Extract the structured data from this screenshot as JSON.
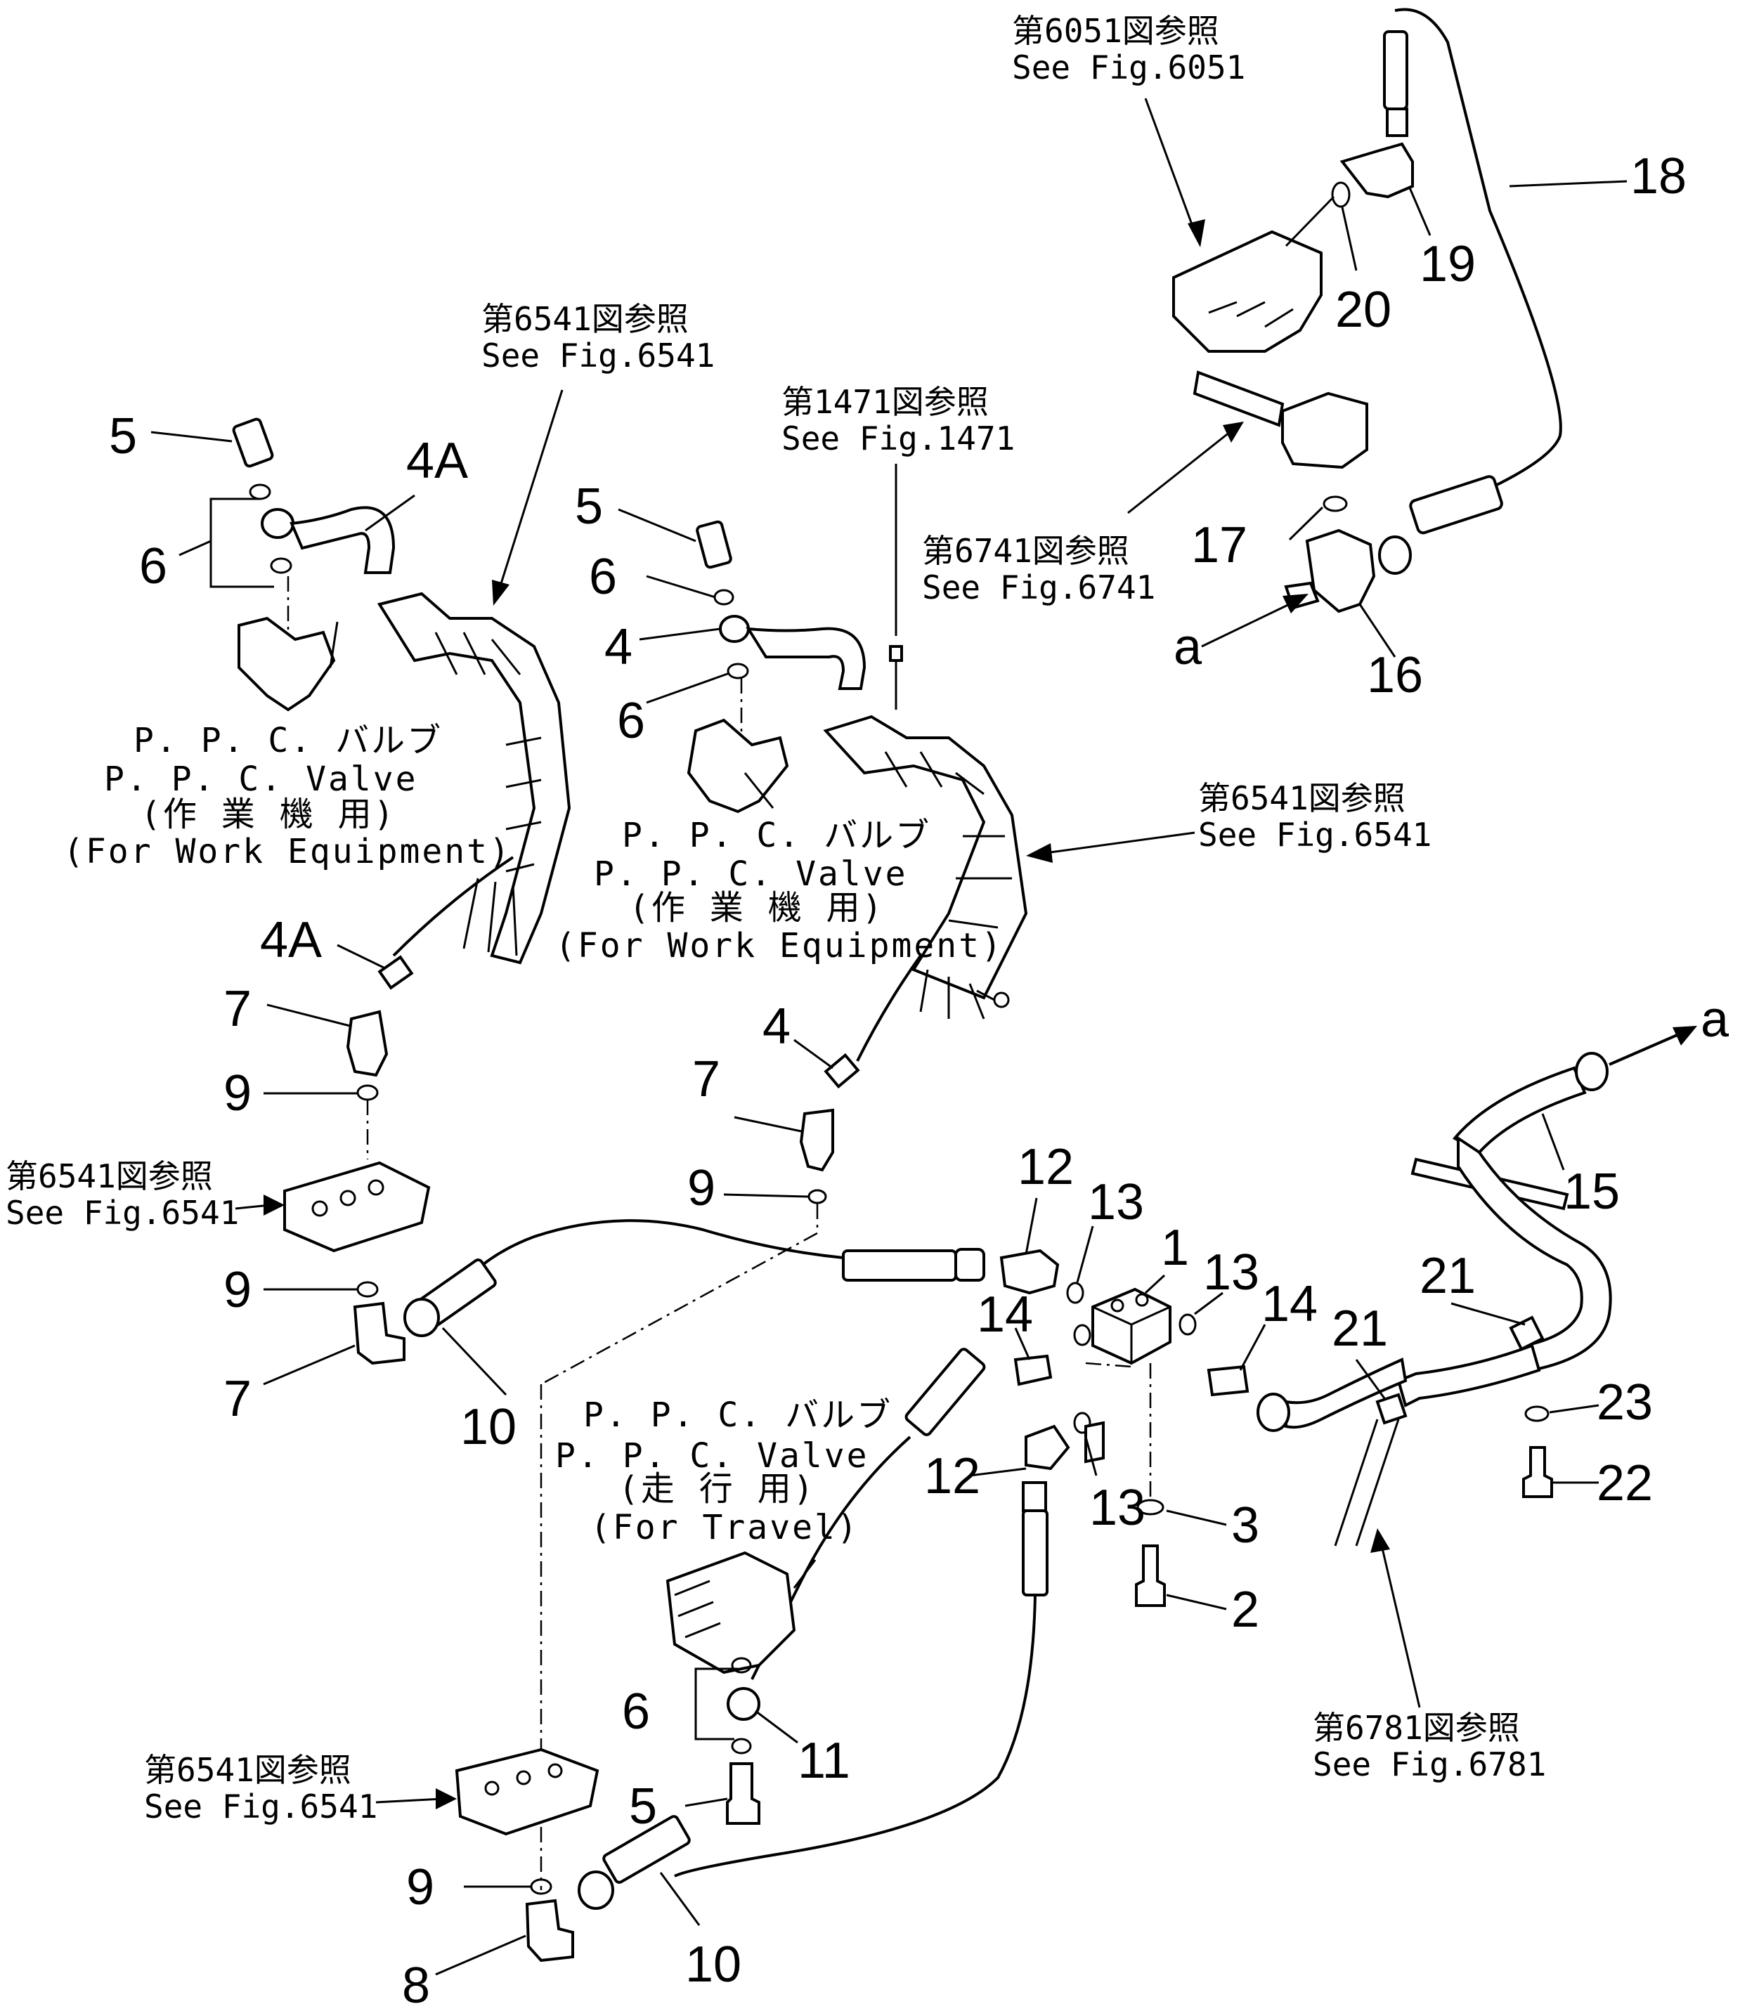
{
  "labels": {
    "n1": "1",
    "n2": "2",
    "n3": "3",
    "n4a": "4",
    "n4b": "4",
    "n4A_a": "4A",
    "n4A_b": "4A",
    "n5a": "5",
    "n5b": "5",
    "n5c": "5",
    "n6a": "6",
    "n6b": "6",
    "n6c": "6",
    "n6d": "6",
    "n7a": "7",
    "n7b": "7",
    "n7c": "7",
    "n8": "8",
    "n9a": "9",
    "n9b": "9",
    "n9c": "9",
    "n9d": "9",
    "n10a": "10",
    "n10b": "10",
    "n11": "11",
    "n12a": "12",
    "n12b": "12",
    "n13a": "13",
    "n13b": "13",
    "n13c": "13",
    "n14a": "14",
    "n14b": "14",
    "n15": "15",
    "n16": "16",
    "n17": "17",
    "n18": "18",
    "n19": "19",
    "n20": "20",
    "n21a": "21",
    "n21b": "21",
    "n22": "22",
    "n23": "23",
    "a_top": "a",
    "a_right": "a"
  },
  "refs": {
    "r6051_jp": "第6051図参照",
    "r6051_en": "See Fig.6051",
    "r6541a_jp": "第6541図参照",
    "r6541a_en": "See Fig.6541",
    "r1471_jp": "第1471図参照",
    "r1471_en": "See Fig.1471",
    "r6741_jp": "第6741図参照",
    "r6741_en": "See Fig.6741",
    "r6541b_jp": "第6541図参照",
    "r6541b_en": "See Fig.6541",
    "r6541c_jp": "第6541図参照",
    "r6541c_en": "See Fig.6541",
    "r6541d_jp": "第6541図参照",
    "r6541d_en": "See Fig.6541",
    "r6781_jp": "第6781図参照",
    "r6781_en": "See Fig.6781"
  },
  "captions": {
    "ppc1": [
      "P. P. C. バルブ",
      "P. P. C. Valve",
      "(作 業 機 用)",
      "(For Work Equipment)"
    ],
    "ppc2": [
      "P. P. C. バルブ",
      "P. P. C. Valve",
      "(作 業 機 用)",
      "(For Work Equipment)"
    ],
    "ppc3": [
      "P. P. C. バルブ",
      "P. P. C. Valve",
      "(走 行 用)",
      "(For Travel)"
    ]
  }
}
